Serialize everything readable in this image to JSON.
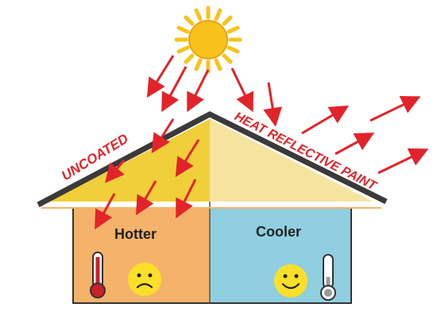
{
  "roof": {
    "uncoated_label": "UNCOATED",
    "coated_label": "HEAT REFLECTIVE PAINT"
  },
  "rooms": {
    "left_label": "Hotter",
    "right_label": "Cooler"
  },
  "colors": {
    "sun": "#f7c21b",
    "arrow": "#e3232a",
    "left_wall": "#f5b26b",
    "right_wall": "#8fcfe0",
    "left_gable": "#f0cf3a",
    "right_gable": "#f5e3a0",
    "roof_edge": "#3a3a3a",
    "face": "#fbe02a"
  },
  "icons": {
    "sun": "sun-icon",
    "hot_thermometer": "thermometer-hot-icon",
    "cool_thermometer": "thermometer-cool-icon",
    "sad_face": "sad-face-icon",
    "happy_face": "happy-face-icon"
  }
}
